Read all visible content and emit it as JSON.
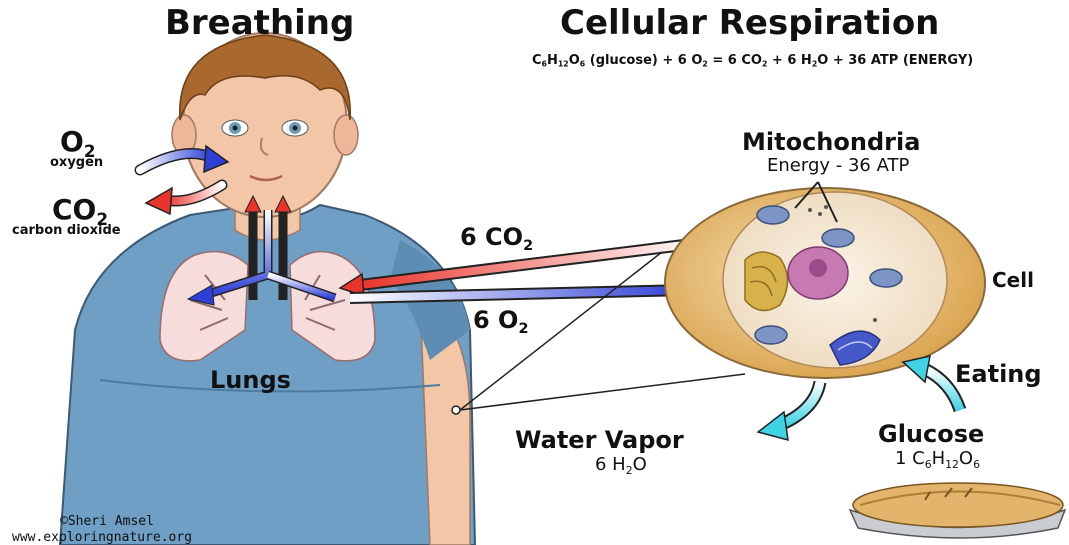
{
  "titles": {
    "breathing": "Breathing",
    "cellular_respiration": "Cellular Respiration"
  },
  "equation": {
    "c": "C",
    "c_sub": "6",
    "h": "H",
    "h_sub": "12",
    "o": "O",
    "o_sub": "6",
    "middle": " (glucose) + 6 O",
    "o2_sub": "2",
    "equals": " = 6 CO",
    "co2_sub": "2",
    "plus_h": " + 6 H",
    "h2_sub": "2",
    "tail": "O + 36 ATP (ENERGY)"
  },
  "breathing_labels": {
    "o2_main": "O",
    "o2_sub": "2",
    "o2_word": "oxygen",
    "co2_main": "CO",
    "co2_sub": "2",
    "co2_word": "carbon dioxide",
    "lungs": "Lungs"
  },
  "exchange_labels": {
    "co2_main": "6 CO",
    "co2_sub": "2",
    "o2_main": "6 O",
    "o2_sub": "2"
  },
  "cell_labels": {
    "mitochondria": "Mitochondria",
    "energy": "Energy - 36 ATP",
    "cell": "Cell",
    "eating": "Eating",
    "glucose": "Glucose",
    "glucose_formula_a": "1 C",
    "glucose_formula_b": "6",
    "glucose_formula_c": "H",
    "glucose_formula_d": "12",
    "glucose_formula_e": "O",
    "glucose_formula_f": "6",
    "water_vapor": "Water Vapor",
    "water_formula_a": "6 H",
    "water_formula_b": "2",
    "water_formula_c": "O"
  },
  "credit": {
    "author": "©Sheri Amsel",
    "site": "www.exploringnature.org"
  },
  "colors": {
    "arrow_red": "#e8342c",
    "arrow_blue": "#2e3fd6",
    "arrow_cyan": "#3fd3e6",
    "skin": "#f2c6a6",
    "hair": "#a8682e",
    "shirt": "#6f9fc4",
    "cell_outer": "#e6b660",
    "cell_inner": "#f4e7d2",
    "nucleus": "#c77ab2",
    "pie_crust": "#e2b46c"
  }
}
